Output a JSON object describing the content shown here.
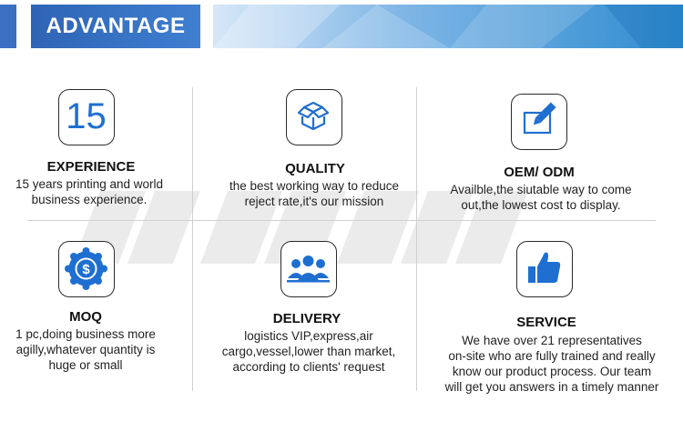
{
  "header": {
    "title": "ADVANTAGE"
  },
  "colors": {
    "accent": "#1f6fd1",
    "banner": "#3a6fc2",
    "border": "#2b2b2b"
  },
  "cards": [
    {
      "icon": "number-15-icon",
      "number": "15",
      "title": "EXPERIENCE",
      "desc": [
        "15 years printing and world",
        "business experience."
      ]
    },
    {
      "icon": "box-icon",
      "title": "QUALITY",
      "desc": [
        "the best working way to reduce",
        "reject rate,it's our mission"
      ]
    },
    {
      "icon": "pencil-icon",
      "title": "OEM/ ODM",
      "desc": [
        "Availble,the siutable way to come",
        "out,the lowest cost to display."
      ]
    },
    {
      "icon": "dollar-badge-icon",
      "title": "MOQ",
      "desc": [
        "1 pc,doing business more",
        "agilly,whatever quantity is",
        "huge or small"
      ]
    },
    {
      "icon": "team-icon",
      "title": "DELIVERY",
      "desc": [
        "logistics VIP,express,air",
        "cargo,vessel,lower than market,",
        "according to clients' request"
      ]
    },
    {
      "icon": "thumbs-up-icon",
      "title": "SERVICE",
      "desc": [
        "We have over 21 representatives",
        "on-site who are fully trained and really",
        "know our product process. Our team",
        "will get you answers in a timely manner"
      ]
    }
  ]
}
